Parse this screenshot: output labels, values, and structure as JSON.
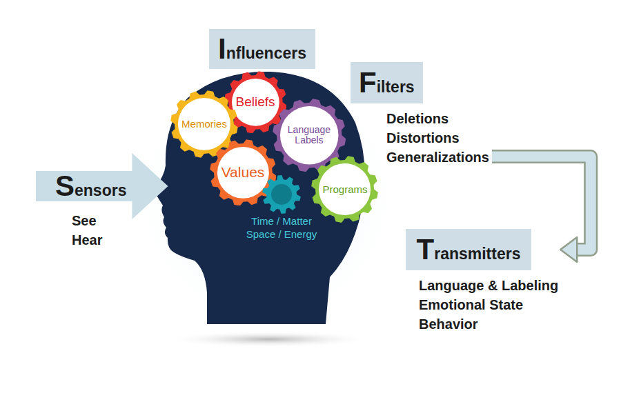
{
  "diagram": {
    "nodes": [
      {
        "text": [
          "Influencers"
        ]
      },
      {
        "text": [
          "Filters",
          "Deletions",
          "Distortions",
          "Generalizations"
        ]
      },
      {
        "text": [
          "Beliefs"
        ]
      },
      {
        "text": [
          "Memories"
        ]
      },
      {
        "text": [
          "Language Labels"
        ]
      },
      {
        "text": [
          "Sensors",
          "See",
          "Hear"
        ]
      },
      {
        "text": [
          "Values"
        ]
      },
      {
        "text": [
          "Programs"
        ]
      },
      {
        "text": [
          "Time / Matter Space / Energy"
        ]
      },
      {
        "text": [
          "Transmitters",
          "Language & Labeling",
          "Emotional State",
          "Behavior"
        ]
      }
    ],
    "edges": [
      {
        "from": 1,
        "to": 9,
        "arrow": "to"
      }
    ]
  }
}
